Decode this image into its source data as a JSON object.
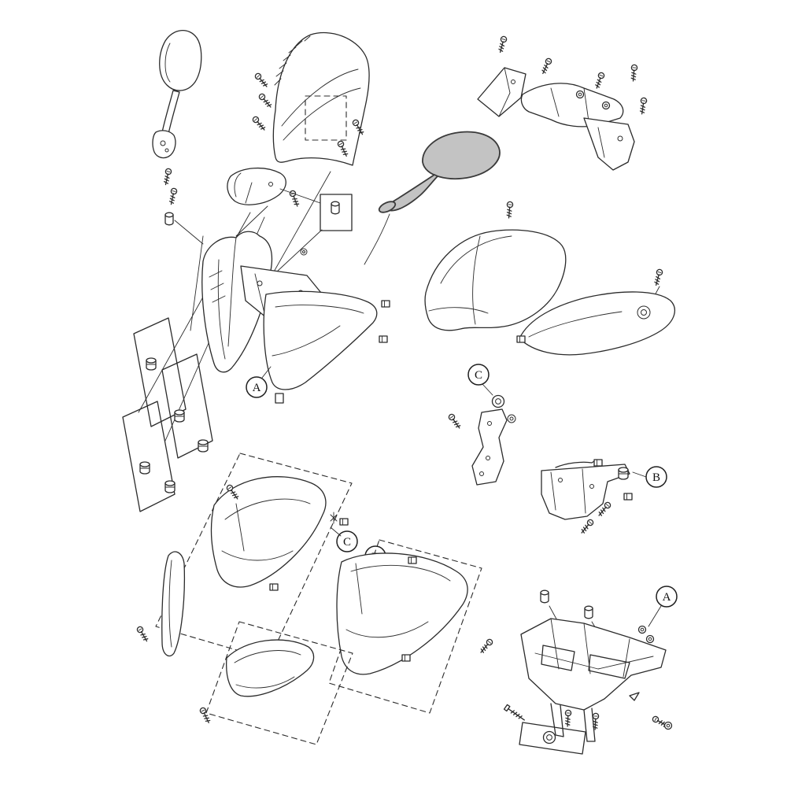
{
  "diagram": {
    "background": "#ffffff",
    "line_color": "#2b2b2b",
    "highlight_fill": "#c3c3c3",
    "highlighted_part": "right-mirror",
    "callouts": {
      "a": "A",
      "b": "B",
      "c": "C"
    }
  }
}
